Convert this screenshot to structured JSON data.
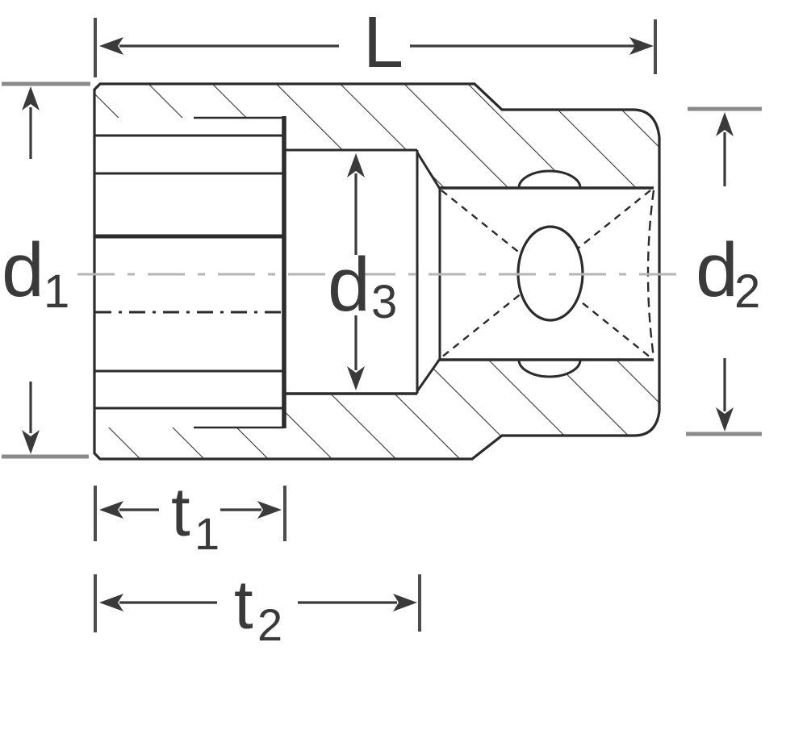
{
  "drawing": {
    "title": "Socket cross-section technical drawing",
    "labels": {
      "L": {
        "base": "L",
        "sub": ""
      },
      "d1": {
        "base": "d",
        "sub": "1"
      },
      "d2": {
        "base": "d",
        "sub": "2"
      },
      "d3": {
        "base": "d",
        "sub": "3"
      },
      "t1": {
        "base": "t",
        "sub": "1"
      },
      "t2": {
        "base": "t",
        "sub": "2"
      }
    },
    "colors": {
      "background": "#ffffff",
      "line_dark": "#2b2b2b",
      "hatch": "#3a3a3a",
      "dimension": "#3a3a3a",
      "tick": "#4d4d4d",
      "extension_bar": "#8a8a8a",
      "centerline": "#b5b5b5",
      "label_text": "#3a3a3a"
    }
  }
}
